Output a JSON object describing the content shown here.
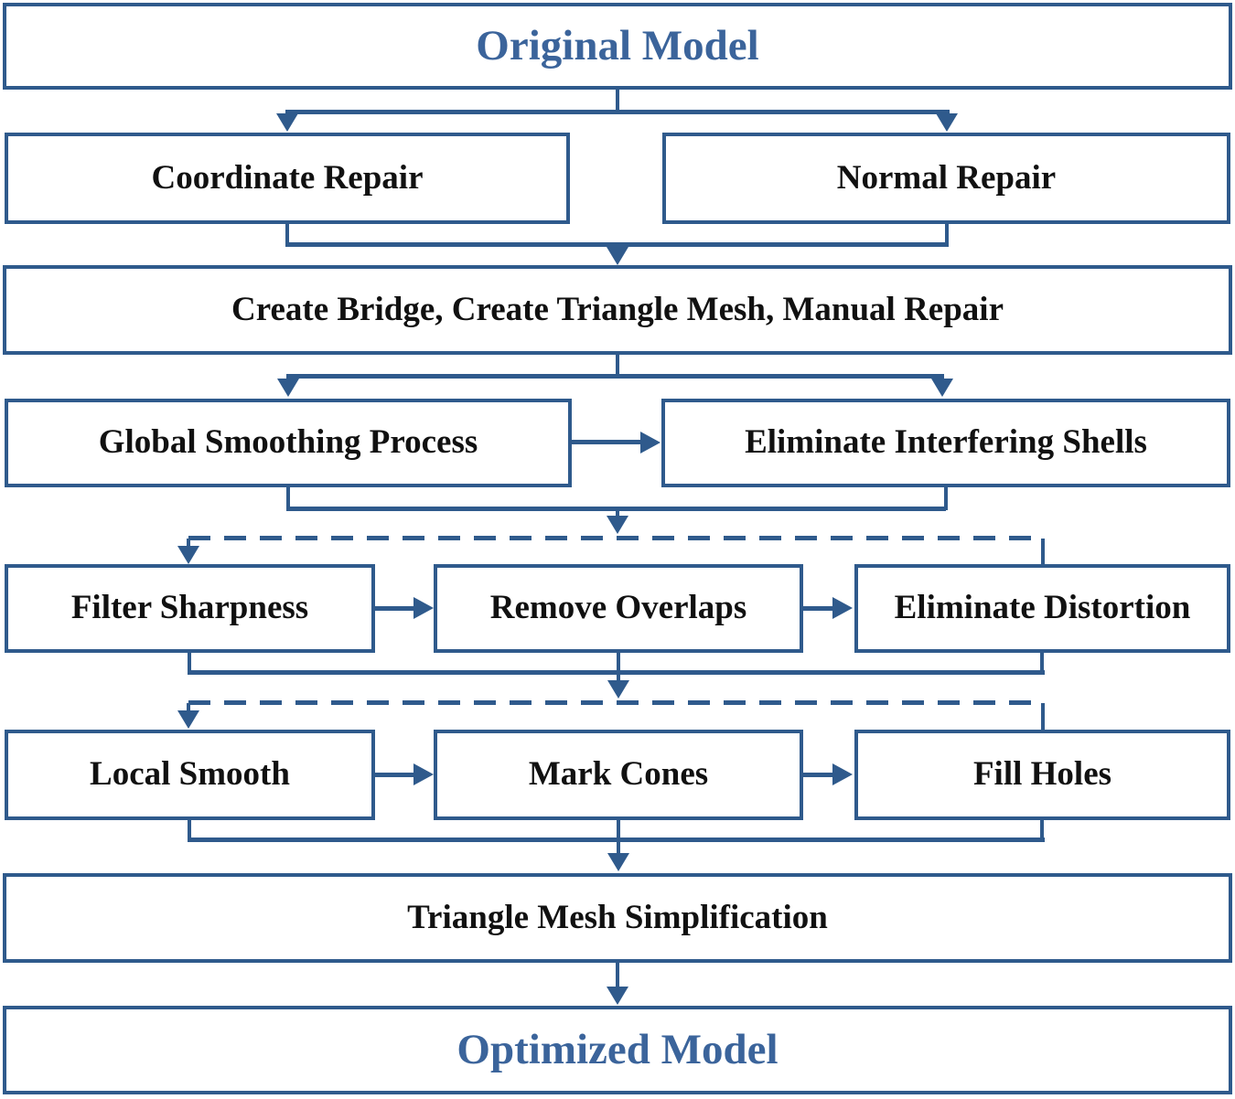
{
  "diagram": {
    "type": "flowchart",
    "direction": "top-down"
  },
  "nodes": {
    "original_model": {
      "label": "Original Model"
    },
    "coordinate_repair": {
      "label": "Coordinate Repair"
    },
    "normal_repair": {
      "label": "Normal Repair"
    },
    "create_bridge": {
      "label": "Create Bridge, Create Triangle Mesh, Manual Repair"
    },
    "global_smoothing": {
      "label": "Global Smoothing Process"
    },
    "eliminate_shells": {
      "label": "Eliminate Interfering Shells"
    },
    "filter_sharpness": {
      "label": "Filter Sharpness"
    },
    "remove_overlaps": {
      "label": "Remove Overlaps"
    },
    "eliminate_distortion": {
      "label": "Eliminate Distortion"
    },
    "local_smooth": {
      "label": "Local Smooth"
    },
    "mark_cones": {
      "label": "Mark Cones"
    },
    "fill_holes": {
      "label": "Fill Holes"
    },
    "triangle_mesh_simplification": {
      "label": "Triangle Mesh Simplification"
    },
    "optimized_model": {
      "label": "Optimized Model"
    }
  },
  "edges": [
    {
      "from": "original_model",
      "to": "coordinate_repair",
      "style": "solid",
      "arrow": true
    },
    {
      "from": "original_model",
      "to": "normal_repair",
      "style": "solid",
      "arrow": true
    },
    {
      "from": "coordinate_repair",
      "to": "create_bridge",
      "style": "solid",
      "arrow": true
    },
    {
      "from": "normal_repair",
      "to": "create_bridge",
      "style": "solid",
      "arrow": true
    },
    {
      "from": "create_bridge",
      "to": "global_smoothing",
      "style": "solid",
      "arrow": true
    },
    {
      "from": "create_bridge",
      "to": "eliminate_shells",
      "style": "solid",
      "arrow": true
    },
    {
      "from": "global_smoothing",
      "to": "eliminate_shells",
      "style": "solid",
      "arrow": true
    },
    {
      "from": "global_smoothing",
      "to": "filter_sharpness",
      "style": "solid-then-dashed",
      "arrow": true
    },
    {
      "from": "eliminate_shells",
      "to": "filter_sharpness",
      "style": "solid-then-dashed",
      "arrow": true
    },
    {
      "from": "eliminate_distortion",
      "to": "filter_sharpness",
      "style": "dashed-loop",
      "arrow": true
    },
    {
      "from": "filter_sharpness",
      "to": "remove_overlaps",
      "style": "solid",
      "arrow": true
    },
    {
      "from": "remove_overlaps",
      "to": "eliminate_distortion",
      "style": "solid",
      "arrow": true
    },
    {
      "from": "filter_sharpness",
      "to": "local_smooth",
      "style": "solid-then-dashed",
      "arrow": true
    },
    {
      "from": "remove_overlaps",
      "to": "local_smooth",
      "style": "solid-then-dashed",
      "arrow": true
    },
    {
      "from": "eliminate_distortion",
      "to": "local_smooth",
      "style": "solid-then-dashed",
      "arrow": true
    },
    {
      "from": "fill_holes",
      "to": "local_smooth",
      "style": "dashed-loop",
      "arrow": true
    },
    {
      "from": "local_smooth",
      "to": "mark_cones",
      "style": "solid",
      "arrow": true
    },
    {
      "from": "mark_cones",
      "to": "fill_holes",
      "style": "solid",
      "arrow": true
    },
    {
      "from": "local_smooth",
      "to": "triangle_mesh_simplification",
      "style": "solid",
      "arrow": true
    },
    {
      "from": "mark_cones",
      "to": "triangle_mesh_simplification",
      "style": "solid",
      "arrow": true
    },
    {
      "from": "fill_holes",
      "to": "triangle_mesh_simplification",
      "style": "solid",
      "arrow": true
    },
    {
      "from": "triangle_mesh_simplification",
      "to": "optimized_model",
      "style": "solid",
      "arrow": true
    }
  ],
  "colors": {
    "line": "#2f5a8c",
    "title_text": "#3b649b",
    "label_text": "#111111",
    "background": "#ffffff"
  }
}
